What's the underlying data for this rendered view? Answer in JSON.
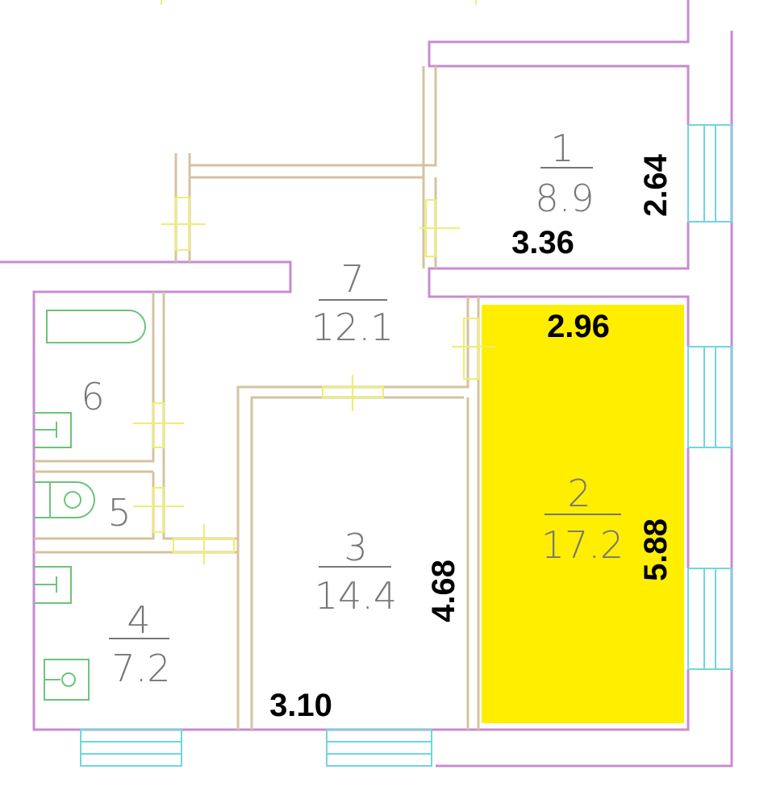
{
  "rooms": [
    {
      "number": "1",
      "area": "8.9"
    },
    {
      "number": "2",
      "area": "17.2"
    },
    {
      "number": "3",
      "area": "14.4"
    },
    {
      "number": "4",
      "area": "7.2"
    },
    {
      "number": "5"
    },
    {
      "number": "6"
    },
    {
      "number": "7",
      "area": "12.1"
    }
  ],
  "dimensions": {
    "room1_width": "3.36",
    "room1_length": "2.64",
    "room2_width": "2.96",
    "room2_length": "5.88",
    "room3_width": "3.10",
    "room3_length": "4.68"
  },
  "colors": {
    "highlight": "#ffee00",
    "walls": "#c78ccf",
    "partitions": "#d5c3a0",
    "windows": "#6fd7dc",
    "fixtures": "#6cc47a"
  }
}
